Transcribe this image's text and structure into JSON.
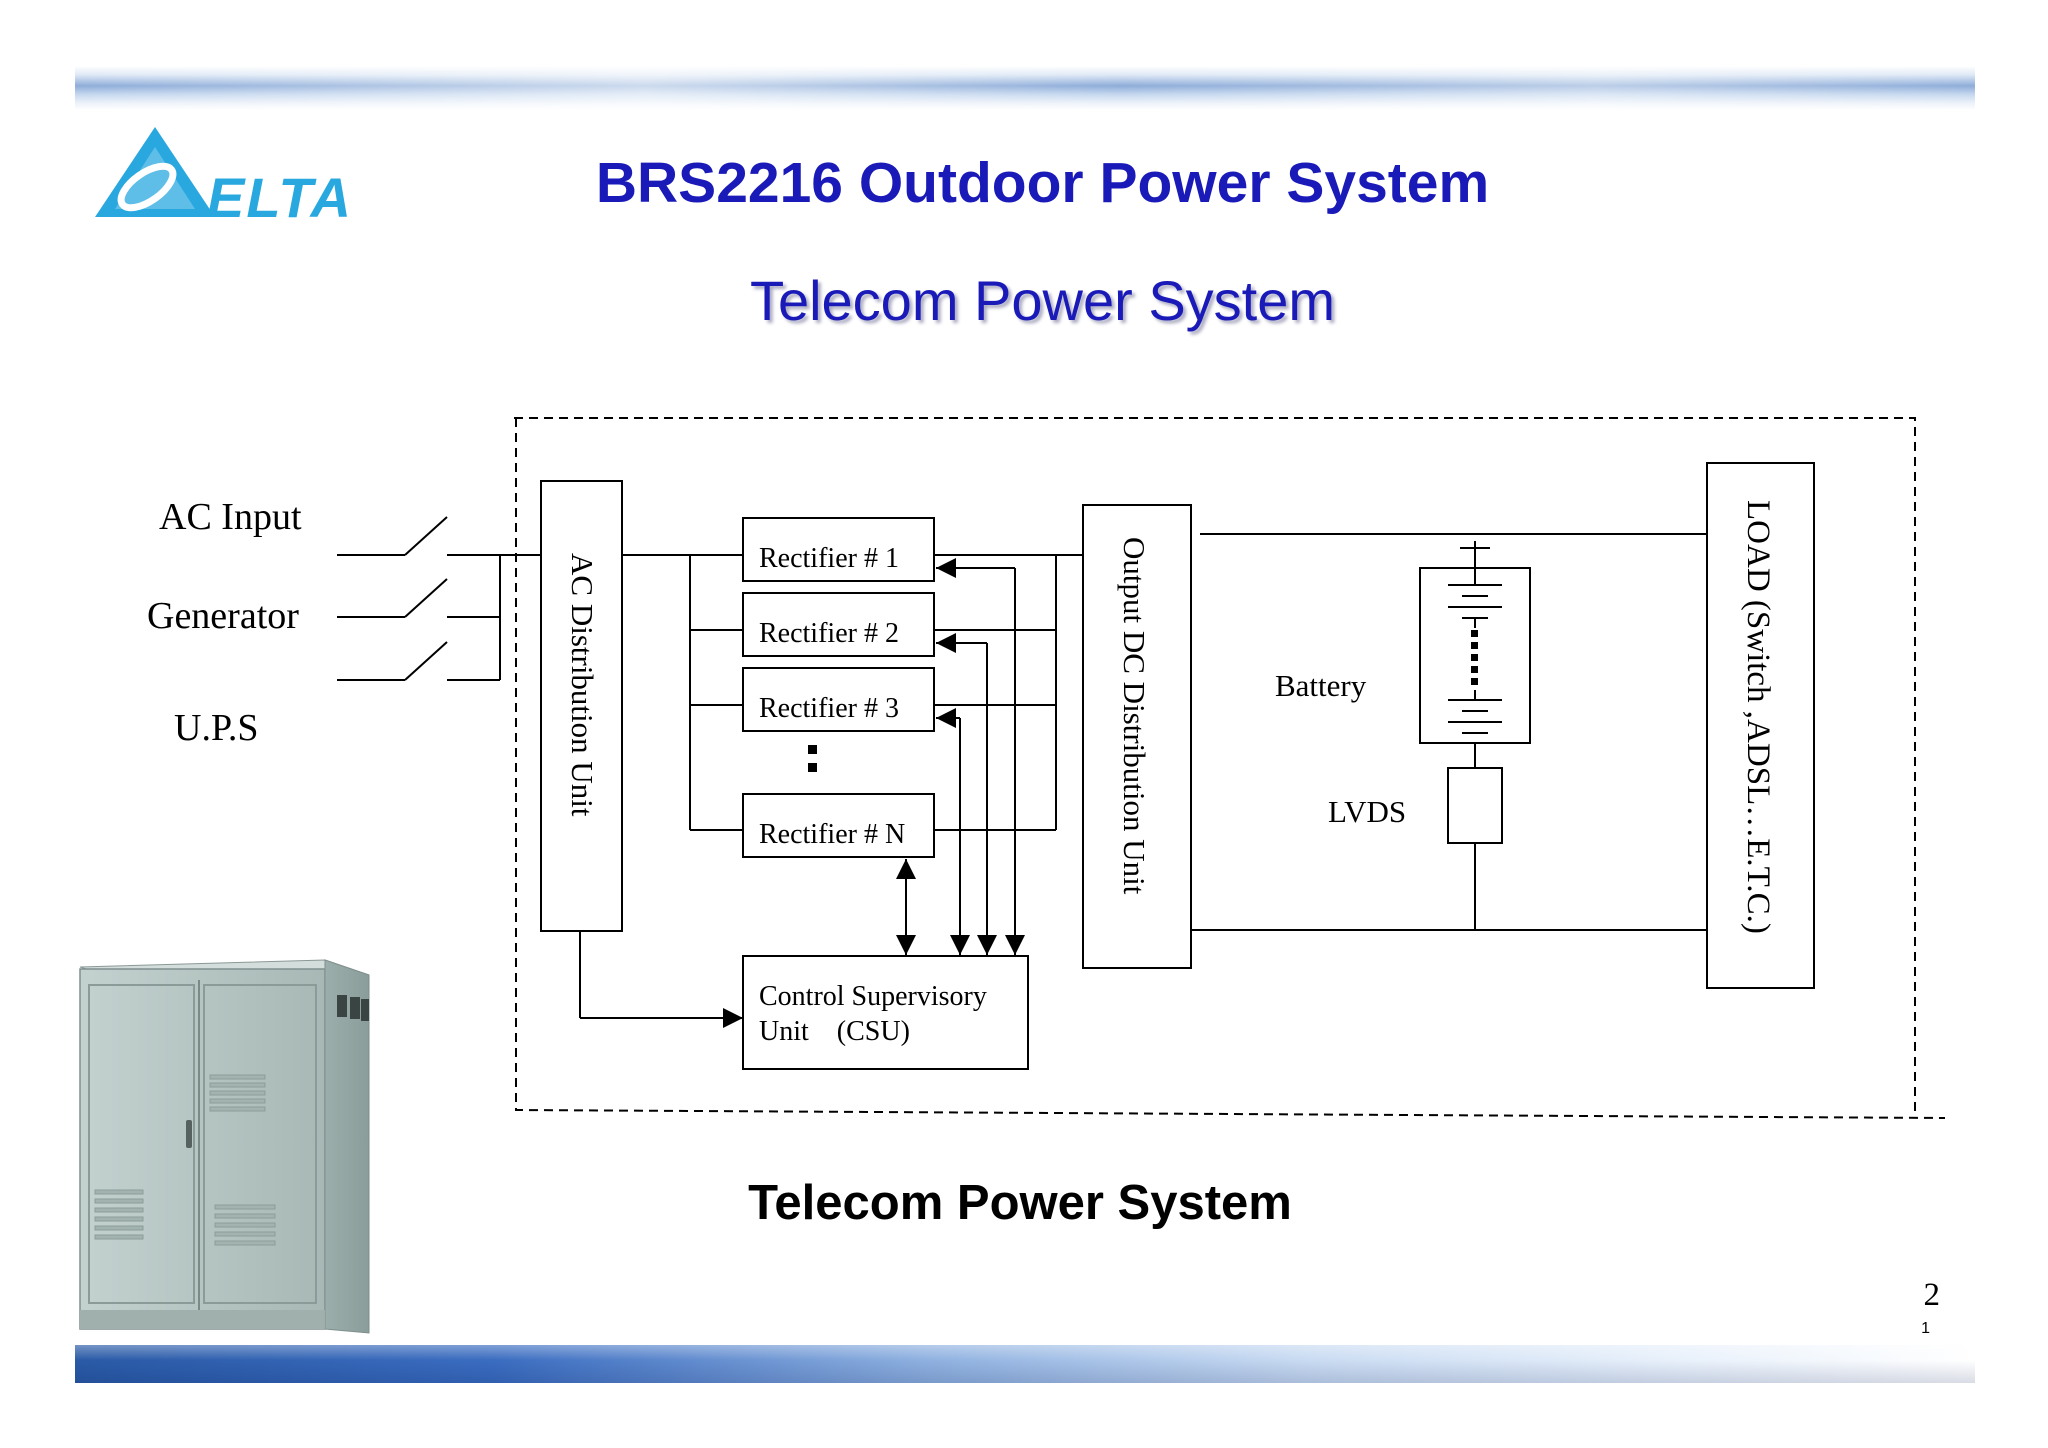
{
  "header": {
    "title": "BRS2216 Outdoor Power System",
    "subtitle": "Telecom Power System",
    "logo_text": "DELTA"
  },
  "diagram": {
    "inputs": [
      "AC Input",
      "Generator",
      "U.P.S"
    ],
    "ac_distribution_unit": "AC  Distribution  Unit",
    "rectifiers": [
      "Rectifier # 1",
      "Rectifier # 2",
      "Rectifier # 3",
      "Rectifier # N"
    ],
    "ellipsis": ":",
    "control_unit": {
      "line1": "Control Supervisory",
      "line2": "Unit    (CSU)"
    },
    "dc_distribution_unit": "Output  DC  Distribution Unit",
    "battery_label": "Battery",
    "lvds_label": "LVDS",
    "load_label": "LOAD (Switch ,ADSL…E.T.C.)"
  },
  "caption": "Telecom Power System",
  "footer": {
    "page_number": "2",
    "page_index": "1"
  },
  "colors": {
    "title": "#1a1ab8",
    "logo": "#29a8e0",
    "cabinet": "#b9c8c6"
  }
}
